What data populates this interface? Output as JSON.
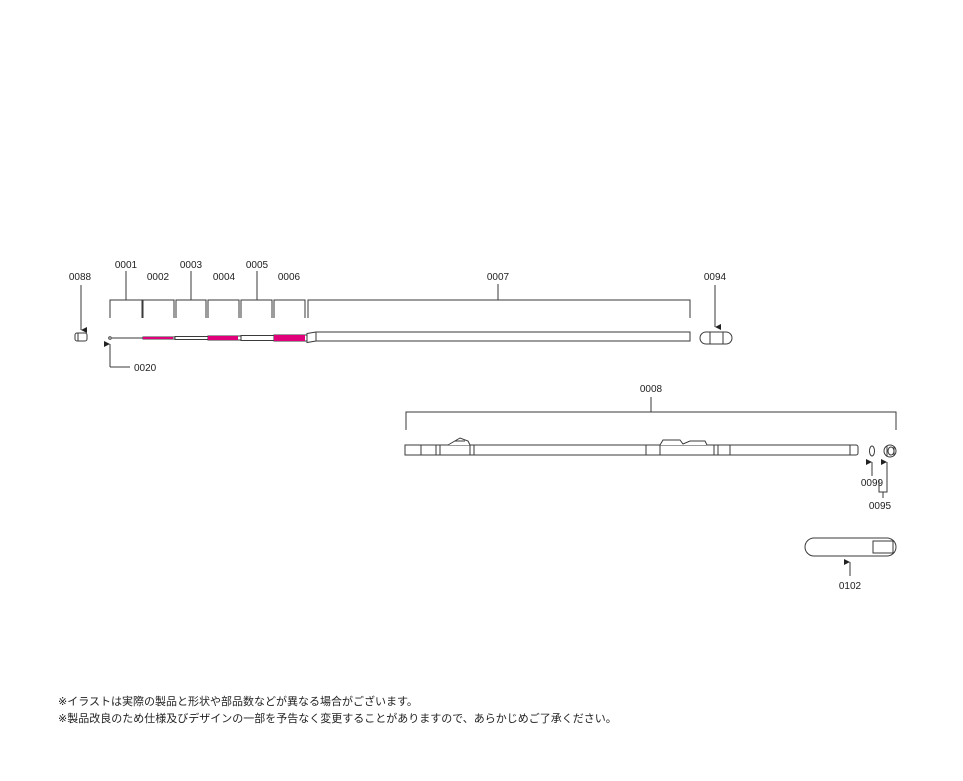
{
  "colors": {
    "line": "#3a3a3a",
    "fill": "#ffffff",
    "accent": "#e0007a",
    "text": "#222222"
  },
  "parts": {
    "p0001": "0001",
    "p0002": "0002",
    "p0003": "0003",
    "p0004": "0004",
    "p0005": "0005",
    "p0006": "0006",
    "p0007": "0007",
    "p0008": "0008",
    "p0020": "0020",
    "p0088": "0088",
    "p0094": "0094",
    "p0095": "0095",
    "p0099": "0099",
    "p0102": "0102"
  },
  "notes": {
    "line1": "※イラストは実際の製品と形状や部品数などが異なる場合がございます。",
    "line2": "※製品改良のため仕様及びデザインの一部を予告なく変更することがありますので、あらかじめご了承ください。"
  }
}
